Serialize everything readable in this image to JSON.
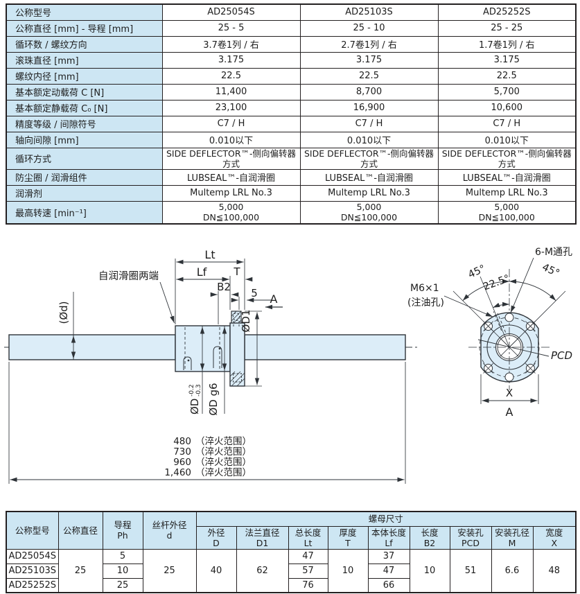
{
  "colors": {
    "header_blue": "#cde6f3",
    "drawing_fill": "#dcedf8",
    "line": "#2e3338",
    "border": "#231f20"
  },
  "spec_table": {
    "rows": [
      {
        "label": "公称型号",
        "values": [
          "AD25054S",
          "AD25103S",
          "AD25252S"
        ]
      },
      {
        "label": "公称直径 [mm] - 导程 [mm]",
        "values": [
          "25 - 5",
          "25 - 10",
          "25 - 25"
        ]
      },
      {
        "label": "循环数 / 螺纹方向",
        "values": [
          "3.7卷1列 / 右",
          "2.7卷1列 / 右",
          "1.7卷1列 / 右"
        ]
      },
      {
        "label": "滚珠直径 [mm]",
        "values": [
          "3.175",
          "3.175",
          "3.175"
        ]
      },
      {
        "label": "螺纹内径 [mm]",
        "values": [
          "22.5",
          "22.5",
          "22.5"
        ]
      },
      {
        "label": "基本额定动载荷 C [N]",
        "values": [
          "11,400",
          "8,700",
          "5,700"
        ]
      },
      {
        "label": "基本额定静载荷 C₀ [N]",
        "values": [
          "23,100",
          "16,900",
          "10,600"
        ]
      },
      {
        "label": "精度等级 / 间隙符号",
        "values": [
          "C7 / H",
          "C7 / H",
          "C7 / H"
        ]
      },
      {
        "label": "轴向间隙 [mm]",
        "values": [
          "0.010以下",
          "0.010以下",
          "0.010以下"
        ]
      },
      {
        "label": "循环方式",
        "values": [
          "SIDE DEFLECTOR™-侧向偏转器方式",
          "SIDE DEFLECTOR™-侧向偏转器方式",
          "SIDE DEFLECTOR™-侧向偏转器方式"
        ]
      },
      {
        "label": "防尘圈 / 润滑组件",
        "values": [
          "LUBSEAL™-自润滑圈",
          "LUBSEAL™-自润滑圈",
          "LUBSEAL™-自润滑圈"
        ]
      },
      {
        "label": "润滑剂",
        "values": [
          "Multemp LRL No.3",
          "Multemp LRL No.3",
          "Multemp LRL No.3"
        ]
      },
      {
        "label": "最高转速 [min⁻¹]",
        "values": [
          "5,000\nDN≦100,000",
          "5,000\nDN≦100,000",
          "5,000\nDN≦100,000"
        ]
      }
    ]
  },
  "diagram": {
    "side_view": {
      "seal_note": "自润滑圈两端",
      "dim_lt": "Lt",
      "dim_lf": "Lf",
      "dim_t": "T",
      "dim_b2": "B2",
      "dim_5": "5",
      "view_arrow_label": "A",
      "dim_od1": "ØD1",
      "dim_shaft_dia": "(Ød)",
      "dim_od_main": "ØD",
      "tol_upper": "-0.2",
      "tol_lower": "-0.3",
      "dim_od_g6": "ØD g6",
      "quench": [
        "480",
        "730",
        "960",
        "1,460"
      ],
      "quench_suffix": "（淬火范围）"
    },
    "end_view": {
      "holes_label": "6-M通孔",
      "angle_left": "45°",
      "angle_mid": "22.5°",
      "angle_right": "45°",
      "oil_hole_label": "M6×1",
      "oil_hole_sub": "(注油孔)",
      "pcd_label": "PCD",
      "width_label": "X",
      "view_label": "A"
    }
  },
  "dim_table": {
    "group_header": "螺母尺寸",
    "columns": [
      {
        "title": "公称型号",
        "sub": ""
      },
      {
        "title": "公称直径",
        "sub": ""
      },
      {
        "title": "导程",
        "sub": "Ph"
      },
      {
        "title": "丝杆外径",
        "sub": "d"
      },
      {
        "title": "外径",
        "sub": "D"
      },
      {
        "title": "法兰直径",
        "sub": "D1"
      },
      {
        "title": "总长度",
        "sub": "Lt"
      },
      {
        "title": "厚度",
        "sub": "T"
      },
      {
        "title": "本体长度",
        "sub": "Lf"
      },
      {
        "title": "长度",
        "sub": "B2"
      },
      {
        "title": "安装孔",
        "sub": "PCD"
      },
      {
        "title": "安装孔径",
        "sub": "M"
      },
      {
        "title": "宽度",
        "sub": "X"
      }
    ],
    "models": [
      "AD25054S",
      "AD25103S",
      "AD25252S"
    ],
    "ph": [
      "5",
      "10",
      "25"
    ],
    "lt": [
      "47",
      "57",
      "76"
    ],
    "lf": [
      "37",
      "47",
      "66"
    ],
    "merged": {
      "nominal_dia": "25",
      "shaft_od": "25",
      "od_d": "40",
      "flange_d1": "62",
      "thickness_t": "10",
      "b2": "10",
      "pcd": "51",
      "m": "6.6",
      "x": "48"
    }
  }
}
